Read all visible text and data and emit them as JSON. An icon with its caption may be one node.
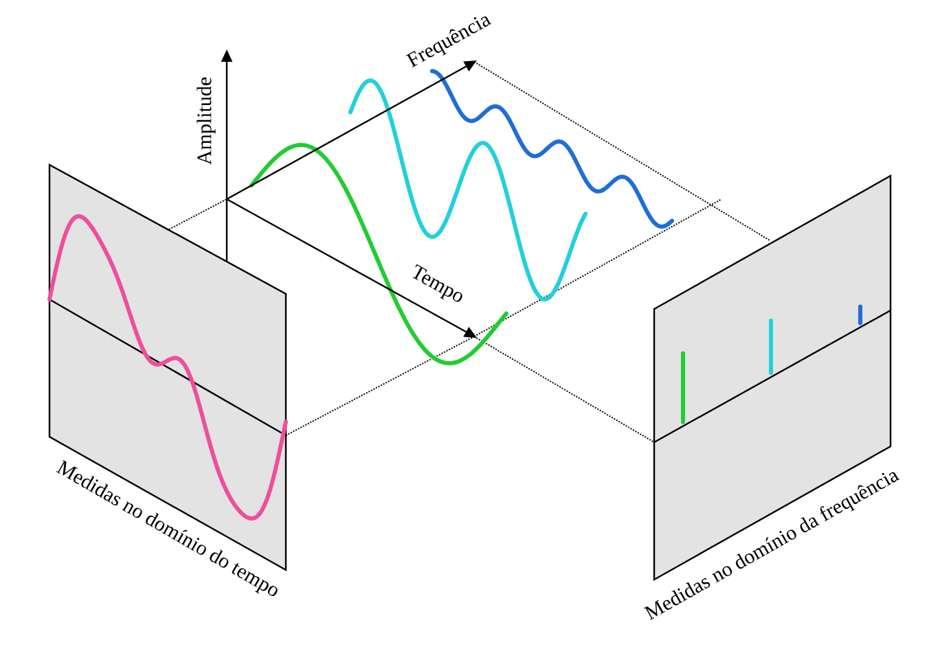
{
  "diagram": {
    "labels": [
      "Amplitude",
      "Frequência",
      "Tempo",
      "Medidas no domínio do tempo",
      "Medidas no domínio da frequência"
    ]
  }
}
